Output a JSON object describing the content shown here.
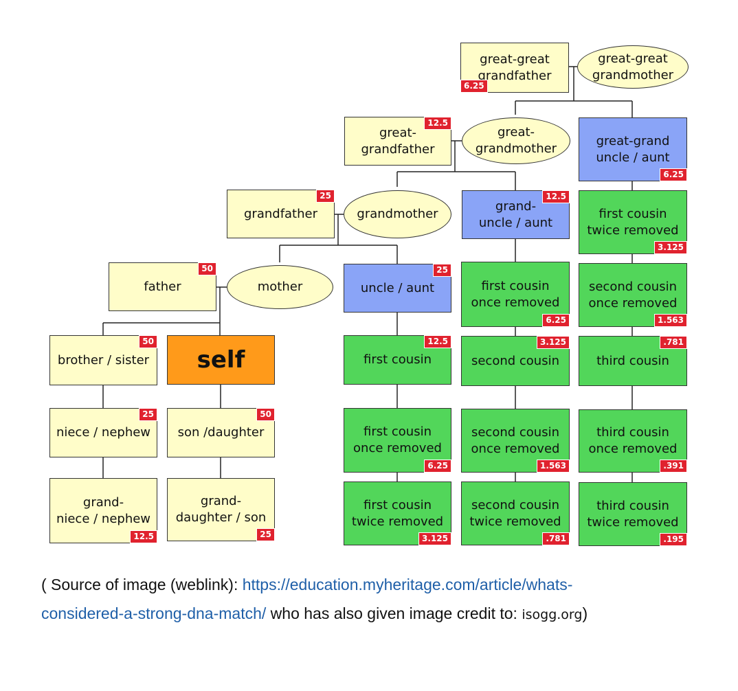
{
  "nodes": {
    "ggf": {
      "label": "great-great\ngrandfather",
      "value": "6.25"
    },
    "ggm": {
      "label": "great-great\ngrandmother"
    },
    "gf": {
      "label": "great-\ngrandfather",
      "value": "12.5"
    },
    "gm": {
      "label": "great-\ngrandmother"
    },
    "ggu": {
      "label": "great-grand\nuncle / aunt",
      "value": "6.25"
    },
    "gpa": {
      "label": "grandfather",
      "value": "25"
    },
    "gma": {
      "label": "grandmother"
    },
    "gu": {
      "label": "grand-\nuncle / aunt",
      "value": "12.5"
    },
    "fc2r": {
      "label": "first cousin\ntwice removed",
      "value": "3.125"
    },
    "father": {
      "label": "father",
      "value": "50"
    },
    "mother": {
      "label": "mother"
    },
    "uncle": {
      "label": "uncle / aunt",
      "value": "25"
    },
    "fc1r_a": {
      "label": "first cousin\nonce removed",
      "value": "6.25"
    },
    "sc1r_a": {
      "label": "second cousin\nonce removed",
      "value": "1.563"
    },
    "sibling": {
      "label": "brother / sister",
      "value": "50"
    },
    "self": {
      "label": "self"
    },
    "fc": {
      "label": "first cousin",
      "value": "12.5"
    },
    "sc": {
      "label": "second cousin",
      "value": "3.125"
    },
    "tc": {
      "label": "third cousin",
      "value": ".781"
    },
    "niece": {
      "label": "niece / nephew",
      "value": "25"
    },
    "son": {
      "label": "son /daughter",
      "value": "50"
    },
    "fc1r_b": {
      "label": "first cousin\nonce removed",
      "value": "6.25"
    },
    "sc1r_b": {
      "label": "second cousin\nonce removed",
      "value": "1.563"
    },
    "tc1r": {
      "label": "third cousin\nonce removed",
      "value": ".391"
    },
    "gniece": {
      "label": "grand-\nniece / nephew",
      "value": "12.5"
    },
    "gson": {
      "label": "grand-\ndaughter / son",
      "value": "25"
    },
    "fc2r_b": {
      "label": "first cousin\ntwice removed",
      "value": "3.125"
    },
    "sc2r": {
      "label": "second cousin\ntwice removed",
      "value": ".781"
    },
    "tc2r": {
      "label": "third cousin\ntwice removed",
      "value": ".195"
    }
  },
  "caption": {
    "prefix": "( Source of image (weblink): ",
    "link_line1": "https://education.myheritage.com/article/whats-",
    "link_line2": "considered-a-strong-dna-match/",
    "middle": "  who has also given image credit to: ",
    "credit": "isogg.org",
    "suffix": ")"
  },
  "colors": {
    "ancestor": "#fffdc9",
    "uncle": "#8aa4f7",
    "cousin": "#52d65a",
    "self": "#ff9a1a",
    "badge": "#e0222e",
    "link": "#1f5fa8"
  }
}
